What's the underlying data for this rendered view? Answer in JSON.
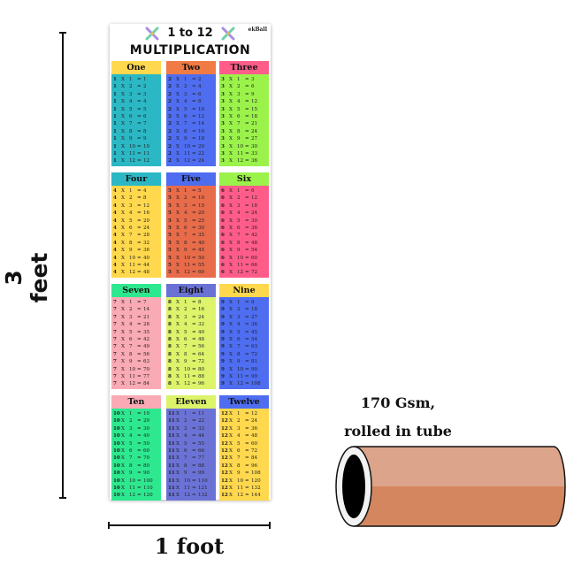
{
  "dimensions": {
    "height_label": "3 feet",
    "width_label": "1 foot"
  },
  "poster": {
    "brand": "ekBall",
    "title_line1": "1 to 12",
    "title_line2": "MULTIPLICATION",
    "tables": [
      {
        "name": "One",
        "n": 1,
        "head_color": "#ffd84d",
        "body_color": "#2bb7c4"
      },
      {
        "name": "Two",
        "n": 2,
        "head_color": "#f07b45",
        "body_color": "#4e6df0"
      },
      {
        "name": "Three",
        "n": 3,
        "head_color": "#ff5c8a",
        "body_color": "#9af24a"
      },
      {
        "name": "Four",
        "n": 4,
        "head_color": "#2bb7c4",
        "body_color": "#ffd84d"
      },
      {
        "name": "Five",
        "n": 5,
        "head_color": "#4e6df0",
        "body_color": "#e86b4a"
      },
      {
        "name": "Six",
        "n": 6,
        "head_color": "#9af24a",
        "body_color": "#ff5c8a"
      },
      {
        "name": "Seven",
        "n": 7,
        "head_color": "#2ee88f",
        "body_color": "#f9aab4"
      },
      {
        "name": "Eight",
        "n": 8,
        "head_color": "#6b72d6",
        "body_color": "#dcf36a"
      },
      {
        "name": "Nine",
        "n": 9,
        "head_color": "#ffd84d",
        "body_color": "#4e6df0"
      },
      {
        "name": "Ten",
        "n": 10,
        "head_color": "#f9aab4",
        "body_color": "#2ee88f"
      },
      {
        "name": "Eleven",
        "n": 11,
        "head_color": "#dcf36a",
        "body_color": "#6b72d6"
      },
      {
        "name": "Twelve",
        "n": 12,
        "head_color": "#4e6df0",
        "body_color": "#ffd84d"
      }
    ],
    "multipliers": [
      1,
      2,
      3,
      4,
      5,
      6,
      7,
      8,
      9,
      10,
      11,
      12
    ],
    "times_symbol": "X",
    "equals_symbol": "="
  },
  "product_info": {
    "line1": "170 Gsm,",
    "line2": "rolled in tube"
  },
  "colors": {
    "tube_top": "#dca48a",
    "tube_bottom": "#d4865f",
    "line": "#111111"
  }
}
